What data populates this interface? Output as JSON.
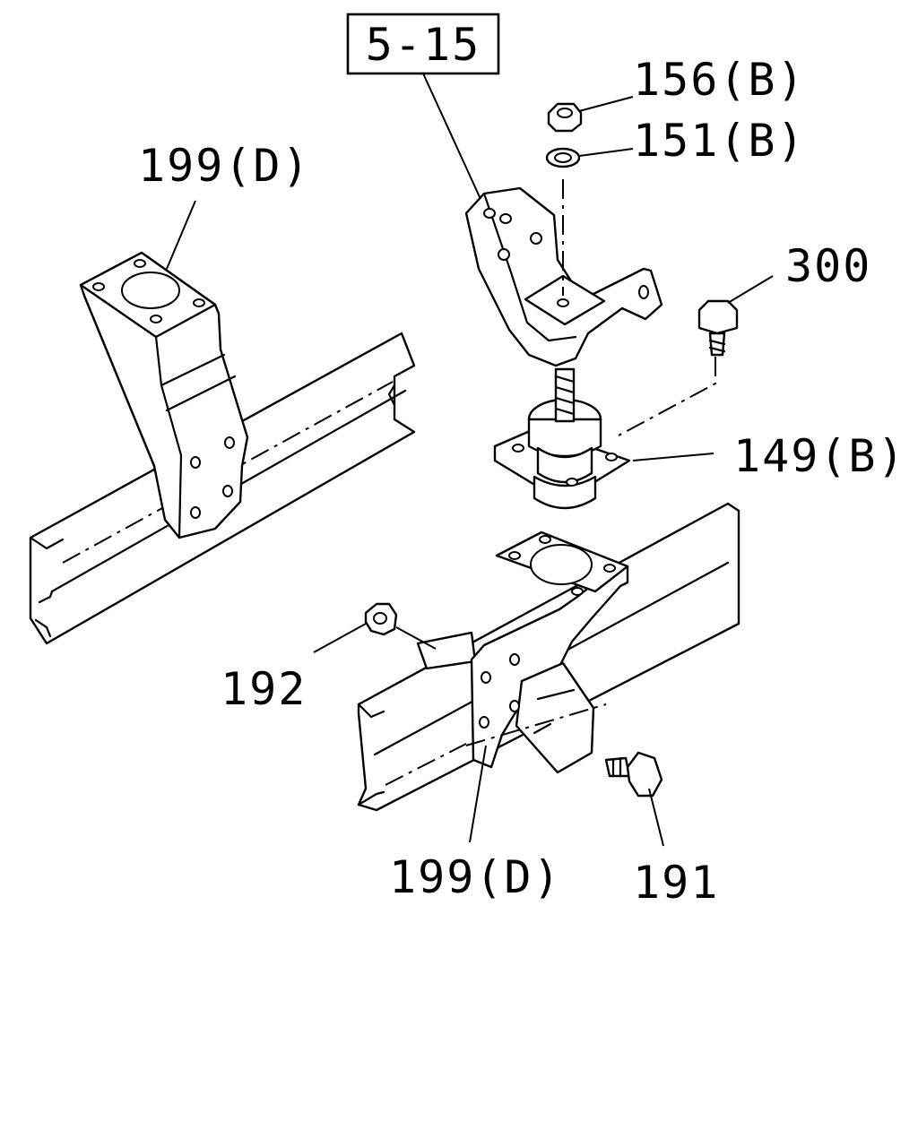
{
  "diagram": {
    "reference_box": "5-15",
    "callouts": {
      "nut": "156(B)",
      "washer": "151(B)",
      "bolt_upper": "300",
      "mount": "149(B)",
      "bracket_left": "199(D)",
      "nut_lower": "192",
      "bracket_right": "199(D)",
      "bolt_lower": "191"
    }
  }
}
